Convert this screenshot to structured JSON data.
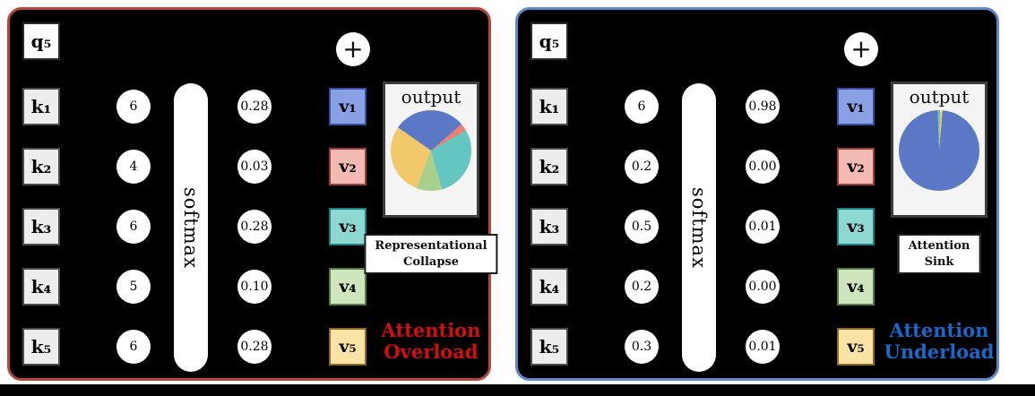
{
  "figure": {
    "panels": [
      {
        "name": "attention-overload",
        "border_color": "#b5473d",
        "query": "q₅",
        "plus": "+",
        "keys": [
          "k₁",
          "k₂",
          "k₃",
          "k₄",
          "k₅"
        ],
        "scores": [
          "6",
          "4",
          "6",
          "5",
          "6"
        ],
        "softmax": "softmax",
        "probs": [
          "0.28",
          "0.03",
          "0.28",
          "0.10",
          "0.28"
        ],
        "values": [
          {
            "label": "v₁",
            "fill": "#8aa0e4",
            "border": "#33509e"
          },
          {
            "label": "v₂",
            "fill": "#f3b9b3",
            "border": "#9e3d35"
          },
          {
            "label": "v₃",
            "fill": "#8ed8d4",
            "border": "#1f7f7c"
          },
          {
            "label": "v₄",
            "fill": "#cfe5bd",
            "border": "#54803f"
          },
          {
            "label": "v₅",
            "fill": "#fae3a4",
            "border": "#8a6a22"
          }
        ],
        "output_label": "output",
        "pie": {
          "values": [
            0.28,
            0.03,
            0.28,
            0.1,
            0.28
          ],
          "colors": [
            "#5b78c7",
            "#e8837a",
            "#63c6c0",
            "#a8d08d",
            "#f2c96a"
          ],
          "start": -55
        },
        "annotation": "Representational\nCollapse",
        "caption": "Attention\nOverload",
        "caption_color": "#d40d0d"
      },
      {
        "name": "attention-underload",
        "border_color": "#5d89c8",
        "query": "q₅",
        "plus": "+",
        "keys": [
          "k₁",
          "k₂",
          "k₃",
          "k₄",
          "k₅"
        ],
        "scores": [
          "6",
          "0.2",
          "0.5",
          "0.2",
          "0.3"
        ],
        "softmax": "softmax",
        "probs": [
          "0.98",
          "0.00",
          "0.01",
          "0.00",
          "0.01"
        ],
        "values": [
          {
            "label": "v₁",
            "fill": "#8aa0e4",
            "border": "#33509e"
          },
          {
            "label": "v₂",
            "fill": "#f3b9b3",
            "border": "#9e3d35"
          },
          {
            "label": "v₃",
            "fill": "#8ed8d4",
            "border": "#1f7f7c"
          },
          {
            "label": "v₄",
            "fill": "#cfe5bd",
            "border": "#54803f"
          },
          {
            "label": "v₅",
            "fill": "#fae3a4",
            "border": "#8a6a22"
          }
        ],
        "output_label": "output",
        "pie": {
          "values": [
            0.98,
            0.0,
            0.01,
            0.0,
            0.01
          ],
          "colors": [
            "#5b78c7",
            "#e8837a",
            "#63c6c0",
            "#a8d08d",
            "#f2c96a"
          ],
          "start": 5
        },
        "annotation": "Attention\nSink",
        "caption": "Attention\nUnderload",
        "caption_color": "#1a68ca"
      }
    ]
  }
}
